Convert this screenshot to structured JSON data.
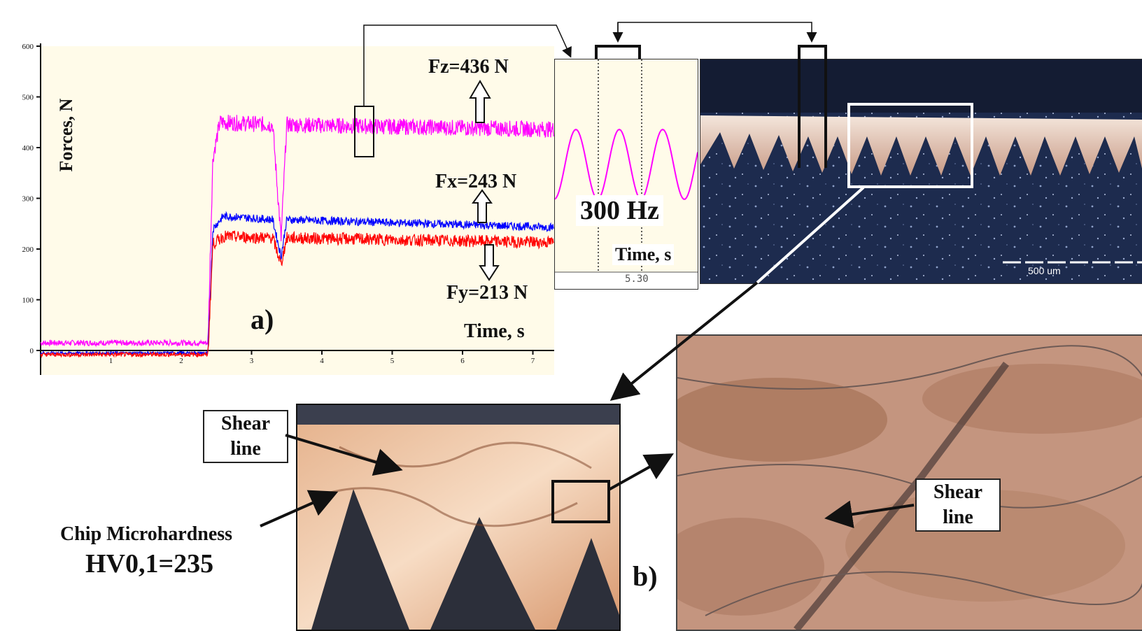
{
  "panel_a": {
    "label": "a)",
    "ylabel": "Forces, N",
    "xlabel": "Time, s",
    "annotations": {
      "fz": "Fz=436 N",
      "fx": "Fx=243 N",
      "fy": "Fy=213 N"
    }
  },
  "inset": {
    "freq": "300 Hz",
    "xlabel": "Time, s",
    "tick": "5.30"
  },
  "micrograph": {
    "scale": "500 um"
  },
  "panel_b": {
    "label": "b)",
    "shear_line_1": [
      "Shear",
      "line"
    ],
    "shear_line_2": [
      "Shear",
      "line"
    ],
    "microhardness_title": "Chip Microhardness",
    "microhardness_value": "HV0,1=235"
  },
  "chart_data": {
    "type": "line",
    "xlabel": "Time, s",
    "ylabel": "Forces, N",
    "xlim": [
      0,
      7.3
    ],
    "ylim": [
      -50,
      600
    ],
    "x_ticks": [
      1,
      2,
      3,
      4,
      5,
      6,
      7
    ],
    "y_ticks": [
      0,
      100,
      200,
      300,
      400,
      500,
      600
    ],
    "series": [
      {
        "name": "Fz",
        "color": "#ff00ff",
        "values": [
          [
            0,
            15
          ],
          [
            2.38,
            15
          ],
          [
            2.45,
            380
          ],
          [
            2.55,
            450
          ],
          [
            3.3,
            445
          ],
          [
            3.42,
            220
          ],
          [
            3.5,
            445
          ],
          [
            7.3,
            436
          ]
        ]
      },
      {
        "name": "Fx",
        "color": "#0000ff",
        "values": [
          [
            0,
            -5
          ],
          [
            2.38,
            -5
          ],
          [
            2.45,
            240
          ],
          [
            2.6,
            265
          ],
          [
            3.3,
            258
          ],
          [
            3.42,
            185
          ],
          [
            3.5,
            258
          ],
          [
            7.3,
            243
          ]
        ]
      },
      {
        "name": "Fy",
        "color": "#ff0000",
        "values": [
          [
            0,
            -8
          ],
          [
            2.38,
            -8
          ],
          [
            2.45,
            210
          ],
          [
            2.6,
            225
          ],
          [
            3.3,
            222
          ],
          [
            3.42,
            170
          ],
          [
            3.5,
            222
          ],
          [
            7.3,
            213
          ]
        ]
      }
    ],
    "annotations": [
      "Fz=436 N",
      "Fx=243 N",
      "Fy=213 N"
    ]
  }
}
